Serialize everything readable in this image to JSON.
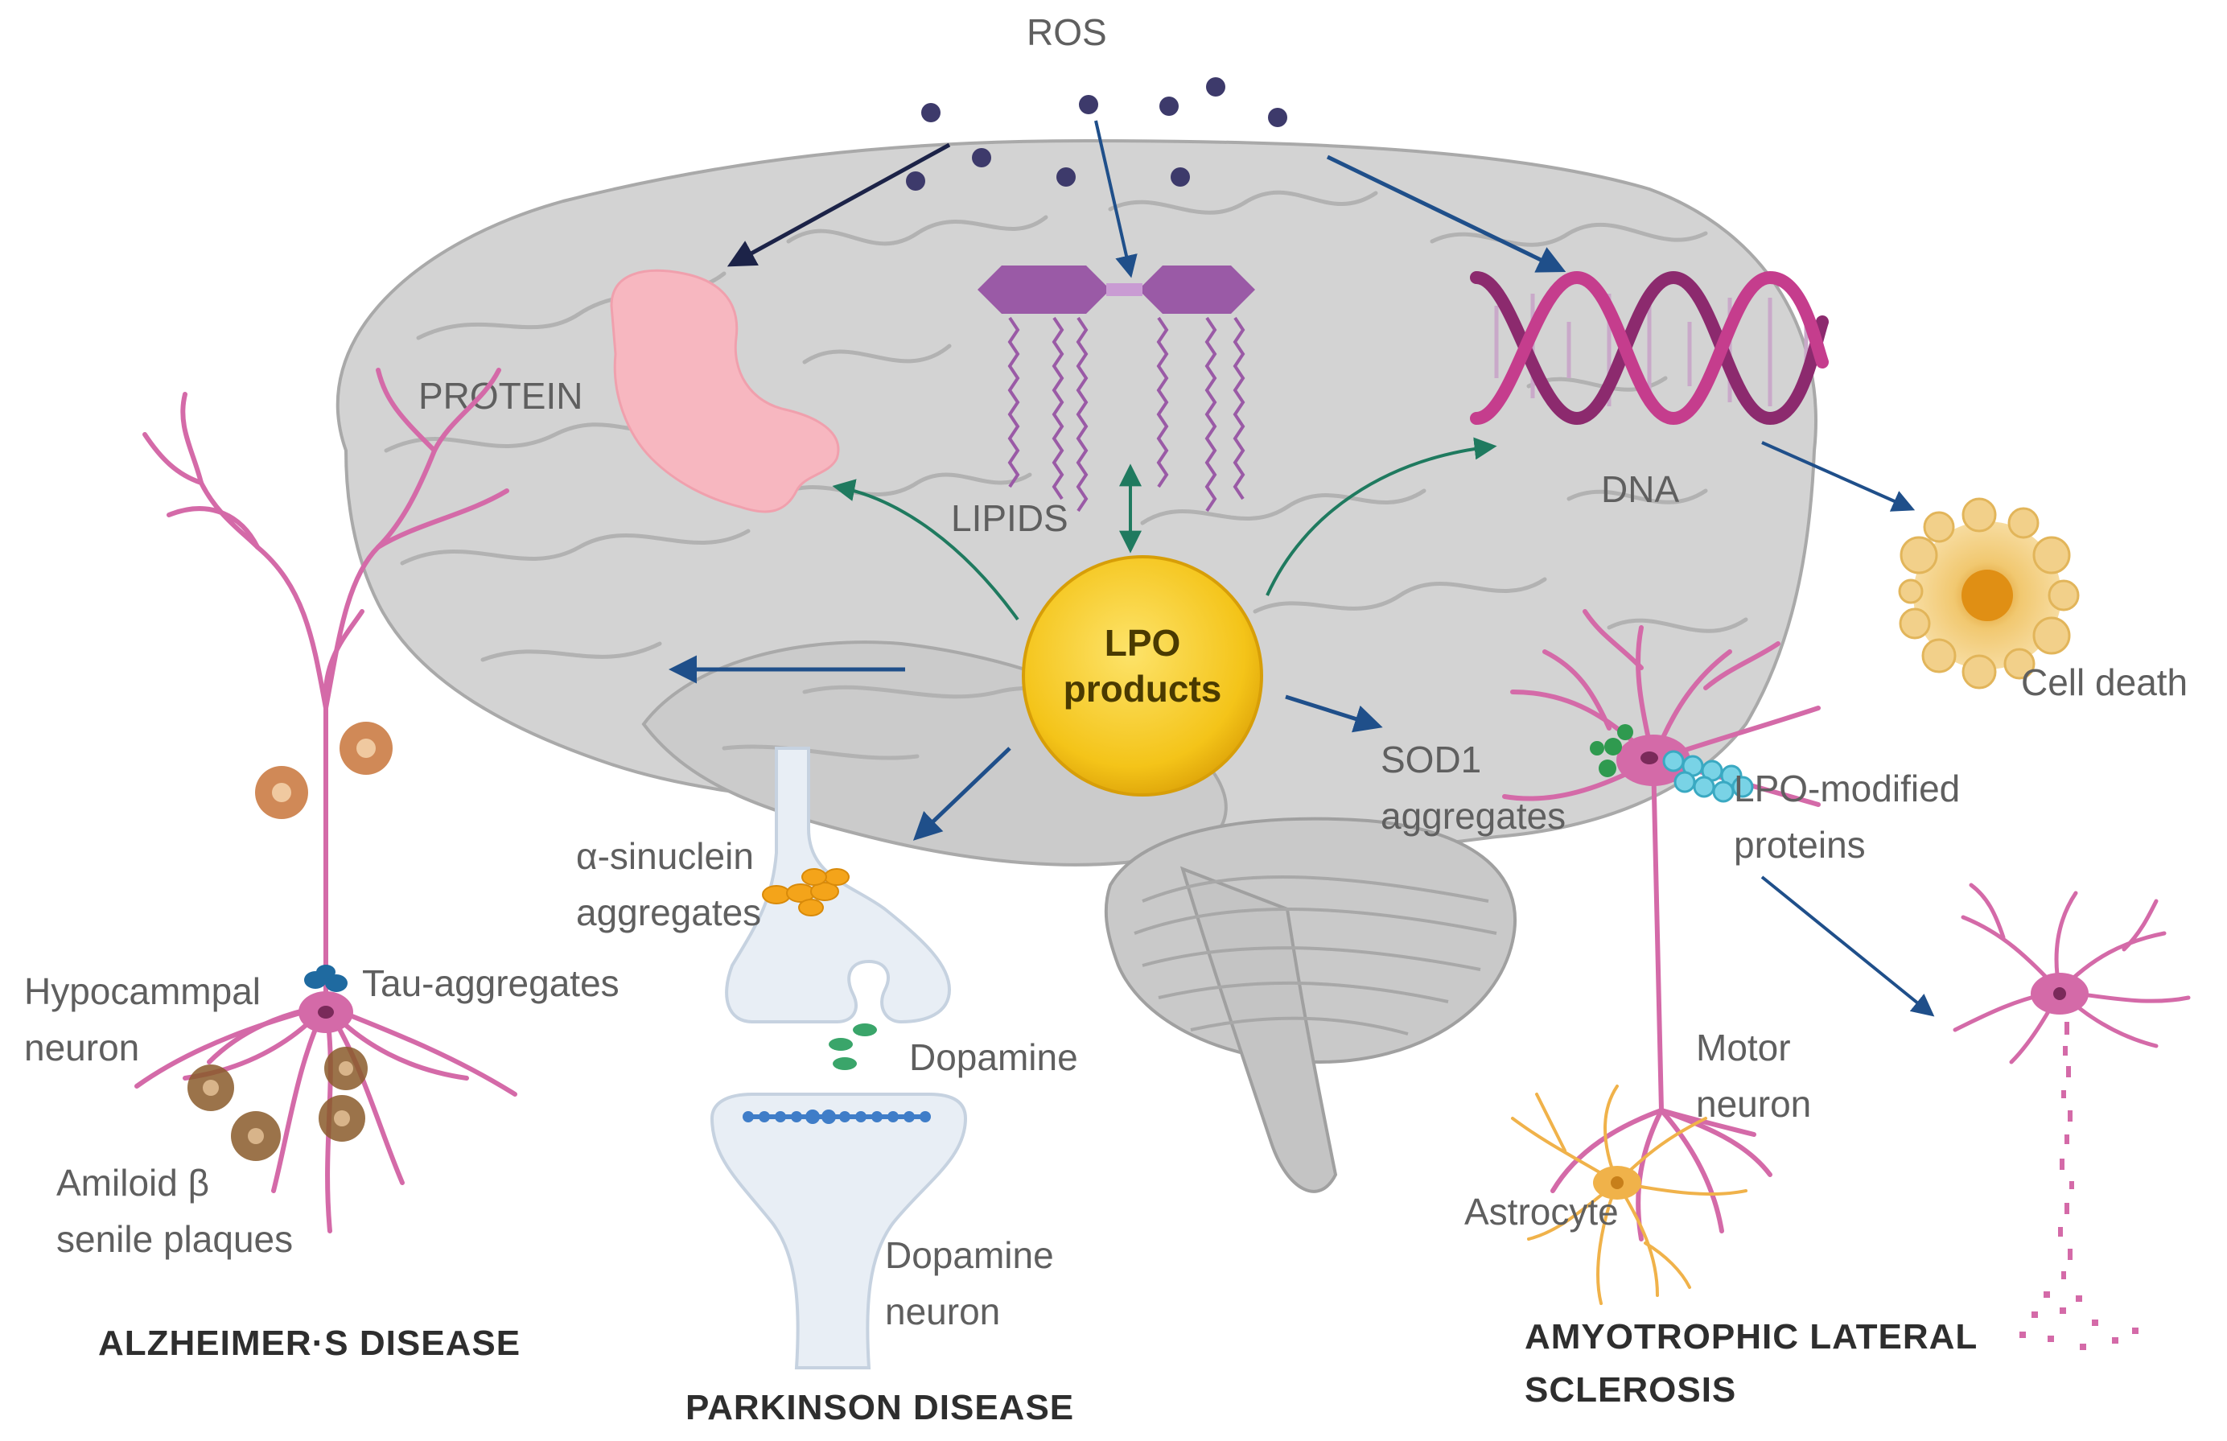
{
  "labels": {
    "ros": "ROS",
    "protein": "PROTEIN",
    "lipids": "LIPIDS",
    "dna": "DNA",
    "lpo_line1": "LPO",
    "lpo_line2": "products",
    "cell_death": "Cell death",
    "sod1_line1": "SOD1",
    "sod1_line2": "aggregates",
    "lpo_mod_line1": "LPO-modified",
    "lpo_mod_line2": "proteins",
    "alpha_line1": "α-sinuclein",
    "alpha_line2": "aggregates",
    "tau": "Tau-aggregates",
    "hippo_line1": "Hypocammpal",
    "hippo_line2": "neuron",
    "amyloid_line1": "Amiloid β",
    "amyloid_line2": "senile plaques",
    "dopamine": "Dopamine",
    "dopamine_neuron_line1": "Dopamine",
    "dopamine_neuron_line2": "neuron",
    "motor_line1": "Motor",
    "motor_line2": "neuron",
    "astrocyte": "Astrocyte"
  },
  "diseases": {
    "alzheimer": "ALZHEIMER·S DISEASE",
    "parkinson": "PARKINSON  DISEASE",
    "als_line1": "AMYOTROPHIC LATERAL",
    "als_line2": "SCLEROSIS"
  },
  "colors": {
    "brain": "#d3d3d3",
    "brain_stroke": "#a9a9a9",
    "neuron": "#d46aa8",
    "lpo_fill": "#f6cf2a",
    "protein": "#f7b7c0",
    "lipid": "#9a5aa6",
    "dna_a": "#8c2a6e",
    "dna_b": "#c53d8d",
    "ros": "#3d3a6b",
    "arrow_blue": "#1f4f8a",
    "arrow_green": "#1f7a5f",
    "synapse": "#e8eef5"
  }
}
